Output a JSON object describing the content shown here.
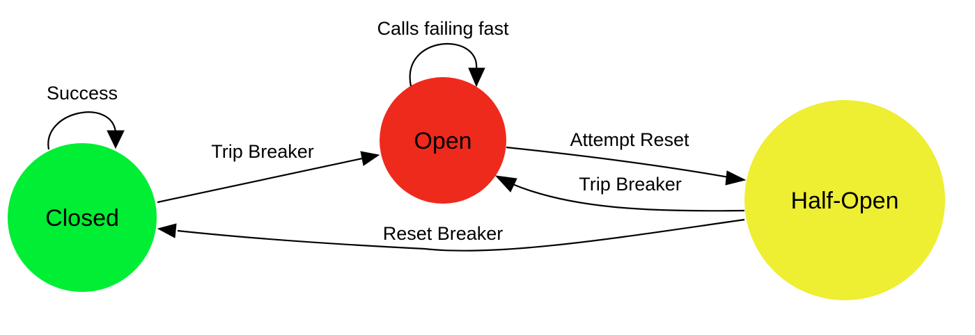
{
  "diagram": {
    "nodes": {
      "closed": {
        "label": "Closed",
        "color": "#00ee33"
      },
      "open": {
        "label": "Open",
        "color": "#ee2a1c"
      },
      "half_open": {
        "label": "Half-Open",
        "color": "#eeee33"
      }
    },
    "edges": {
      "closed_self": {
        "label": "Success"
      },
      "closed_to_open": {
        "label": "Trip Breaker"
      },
      "open_self": {
        "label": "Calls failing fast"
      },
      "open_to_half_open": {
        "label": "Attempt Reset"
      },
      "half_open_to_open": {
        "label": "Trip Breaker"
      },
      "half_open_to_closed": {
        "label": "Reset Breaker"
      }
    }
  }
}
